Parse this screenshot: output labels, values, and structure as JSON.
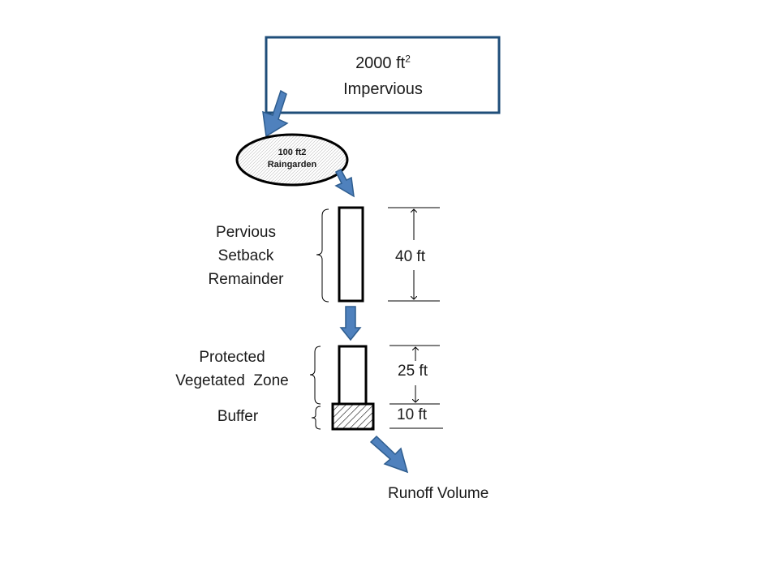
{
  "impervious": {
    "area_value": "2000 ft",
    "area_exponent": "2",
    "label": "Impervious"
  },
  "raingarden": {
    "line1": "100 ft2",
    "line2": "Raingarden"
  },
  "pervious_setback": {
    "line1": "Pervious",
    "line2": "Setback",
    "line3": "Remainder",
    "dimension": "40 ft"
  },
  "protected_zone": {
    "line1": "Protected",
    "line2": "Vegetated  Zone",
    "dimension": "25 ft"
  },
  "buffer": {
    "label": "Buffer",
    "dimension": "10 ft"
  },
  "runoff": {
    "label": "Runoff Volume"
  },
  "colors": {
    "arrow_fill": "#4f81bd",
    "arrow_stroke": "#2e5d8f",
    "impervious_border": "#1f4e79",
    "outline": "#000000"
  }
}
